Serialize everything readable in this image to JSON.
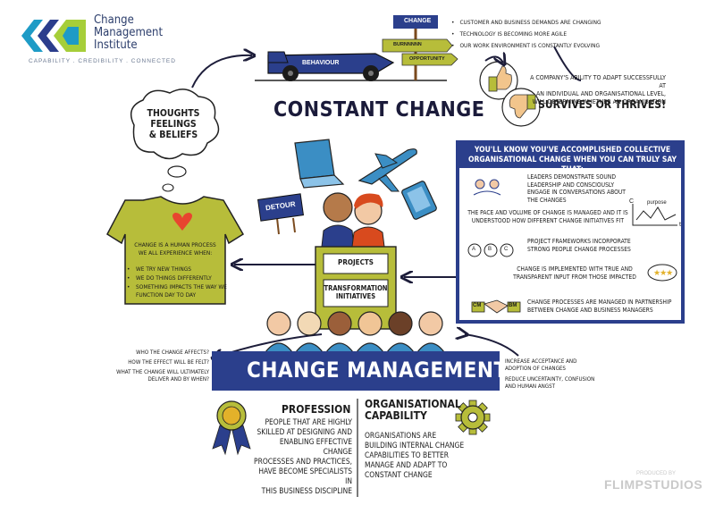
{
  "logo": {
    "name_line1": "Change",
    "name_line2": "Management",
    "name_line3": "Institute",
    "tagline": "CAPABILITY  .  CREDIBILITY  .  CONNECTED"
  },
  "signpost": {
    "change": "CHANGE",
    "burnout": "BURNNNNN",
    "opportunity": "OPPORTUNITY"
  },
  "car_label": "BEHAVIOUR",
  "drivers": [
    "CUSTOMER AND BUSINESS DEMANDS ARE CHANGING",
    "TECHNOLOGY IS BECOMING MORE AGILE",
    "OUR WORK ENVIRONMENT IS CONSTANTLY EVOLVING"
  ],
  "adapt": {
    "line1": "A COMPANY'S ABILITY TO ADAPT SUCCESSFULLY AT",
    "line2": "AN INDIVIDUAL AND ORGANISATIONAL LEVEL,",
    "line3": "WILL DETERMINE WHETHER AN ORGANISATION",
    "strong": "SURVIVES OR THRIVES!"
  },
  "center_title": "CONSTANT CHANGE",
  "thoughts": {
    "line1": "THOUGHTS",
    "line2": "FEELINGS",
    "line3": "& BELIEFS"
  },
  "detour": "DETOUR",
  "shirt": {
    "intro_line1": "CHANGE IS A HUMAN PROCESS",
    "intro_line2": "WE ALL EXPERIENCE WHEN:",
    "items": [
      "WE TRY NEW THINGS",
      "WE DO THINGS DIFFERENTLY",
      "SOMETHING IMPACTS THE WAY WE FUNCTION DAY TO DAY"
    ]
  },
  "podium": {
    "projects": "PROJECTS",
    "transformation_line1": "TRANSFORMATION",
    "transformation_line2": "INITIATIVES"
  },
  "panel": {
    "title_line1": "YOU'LL KNOW YOU'VE ACCOMPLISHED COLLECTIVE",
    "title_line2": "ORGANISATIONAL CHANGE WHEN YOU CAN TRULY SAY THAT:",
    "item1": "LEADERS DEMONSTRATE SOUND LEADERSHIP AND CONSCIOUSLY ENGAGE IN CONVERSATIONS ABOUT THE CHANGES",
    "item2": "THE PACE AND VOLUME OF CHANGE IS MANAGED AND IT IS UNDERSTOOD HOW DIFFERENT CHANGE INITIATIVES FIT",
    "item3": "PROJECT FRAMEWORKS INCORPORATE STRONG PEOPLE CHANGE PROCESSES",
    "item4": "CHANGE IS IMPLEMENTED WITH TRUE AND TRANSPARENT INPUT FROM THOSE IMPACTED",
    "item5": "CHANGE PROCESSES ARE MANAGED IN PARTNERSHIP BETWEEN CHANGE AND BUSINESS MANAGERS",
    "graph_c": "C",
    "graph_purpose": "purpose",
    "graph_t": "t",
    "node_a": "A",
    "node_b": "B",
    "node_c": "C",
    "cm_badge": "CM",
    "bm_badge": "BM"
  },
  "banner": "CHANGE MANAGEMENT",
  "left_questions": [
    "WHO THE CHANGE AFFECTS?",
    "HOW THE EFFECT WILL BE FELT?",
    "WHAT THE CHANGE WILL ULTIMATELY",
    "DELIVER AND BY WHEN?"
  ],
  "right_notes": [
    "INCREASE ACCEPTANCE AND",
    "ADOPTION OF CHANGES",
    "REDUCE UNCERTAINTY, CONFUSION",
    "AND HUMAN ANGST"
  ],
  "profession": {
    "heading": "PROFESSION",
    "body": [
      "PEOPLE THAT ARE HIGHLY",
      "SKILLED AT DESIGNING AND",
      "ENABLING EFFECTIVE CHANGE",
      "PROCESSES AND PRACTICES,",
      "HAVE BECOME SPECIALISTS IN",
      "THIS BUSINESS DISCIPLINE"
    ]
  },
  "organisational": {
    "heading_line1": "ORGANISATIONAL",
    "heading_line2": "CAPABILITY",
    "body": [
      "ORGANISATIONS ARE",
      "BUILDING INTERNAL CHANGE",
      "CAPABILITIES TO BETTER",
      "MANAGE AND ADAPT TO",
      "CONSTANT CHANGE"
    ]
  },
  "credit": {
    "produced_by": "PRODUCED BY",
    "name": "FLIMPSTUDIOS"
  },
  "colors": {
    "navy": "#2b3f8c",
    "olive": "#b7bd3a",
    "teal": "#3b8ec4",
    "heart": "#e8452f",
    "gold": "#e3b12a"
  }
}
